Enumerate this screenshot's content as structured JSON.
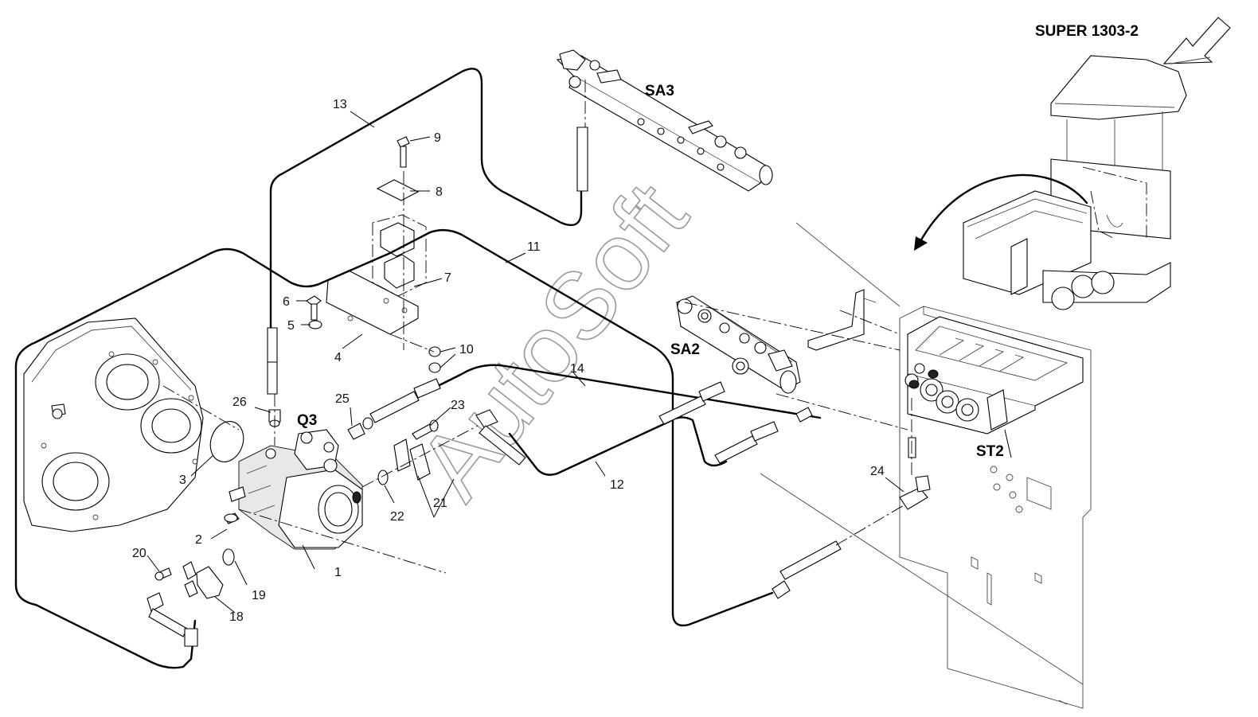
{
  "labels": {
    "model": "SUPER 1303-2",
    "watermark": "AutoSoft",
    "tags": {
      "sa3": "SA3",
      "sa2": "SA2",
      "q3": "Q3",
      "st2": "ST2"
    },
    "parts": [
      "1",
      "2",
      "3",
      "4",
      "5",
      "6",
      "7",
      "8",
      "9",
      "10",
      "11",
      "12",
      "13",
      "14",
      "18",
      "19",
      "20",
      "21",
      "22",
      "23",
      "24",
      "25",
      "26"
    ]
  }
}
